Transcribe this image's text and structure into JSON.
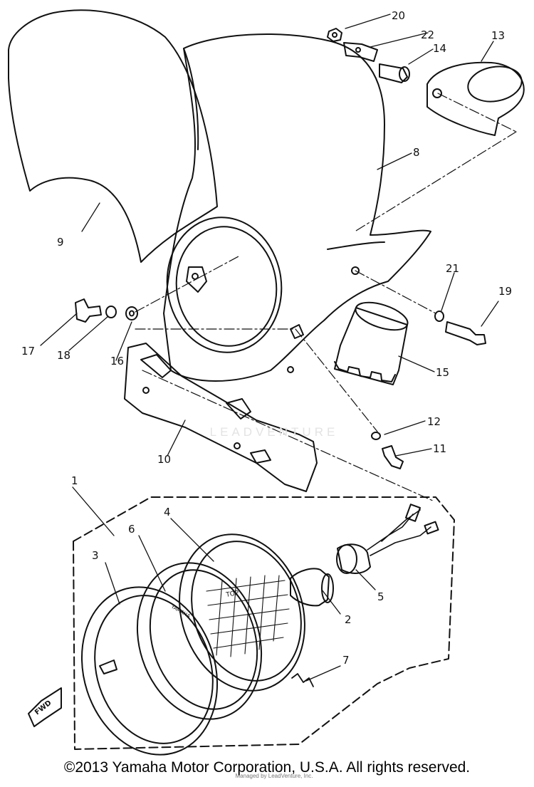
{
  "diagram": {
    "copyright": "©2013 Yamaha Motor Corporation, U.S.A. All rights reserved.",
    "watermark": "LEADVENTURE",
    "sub_watermark": "Managed by LeadVenture, Inc.",
    "fwd_label": "FWD",
    "lens_top_label": "TOP",
    "bezel_brand": "YAMAHA",
    "callouts": [
      {
        "id": "callout-1",
        "label": "1"
      },
      {
        "id": "callout-2",
        "label": "2"
      },
      {
        "id": "callout-3",
        "label": "3"
      },
      {
        "id": "callout-4",
        "label": "4"
      },
      {
        "id": "callout-5",
        "label": "5"
      },
      {
        "id": "callout-6",
        "label": "6"
      },
      {
        "id": "callout-7",
        "label": "7"
      },
      {
        "id": "callout-8",
        "label": "8"
      },
      {
        "id": "callout-9",
        "label": "9"
      },
      {
        "id": "callout-10",
        "label": "10"
      },
      {
        "id": "callout-11",
        "label": "11"
      },
      {
        "id": "callout-12",
        "label": "12"
      },
      {
        "id": "callout-13",
        "label": "13"
      },
      {
        "id": "callout-14",
        "label": "14"
      },
      {
        "id": "callout-15",
        "label": "15"
      },
      {
        "id": "callout-16",
        "label": "16"
      },
      {
        "id": "callout-17",
        "label": "17"
      },
      {
        "id": "callout-18",
        "label": "18"
      },
      {
        "id": "callout-19",
        "label": "19"
      },
      {
        "id": "callout-20",
        "label": "20"
      },
      {
        "id": "callout-21",
        "label": "21"
      },
      {
        "id": "callout-22",
        "label": "22"
      }
    ]
  }
}
